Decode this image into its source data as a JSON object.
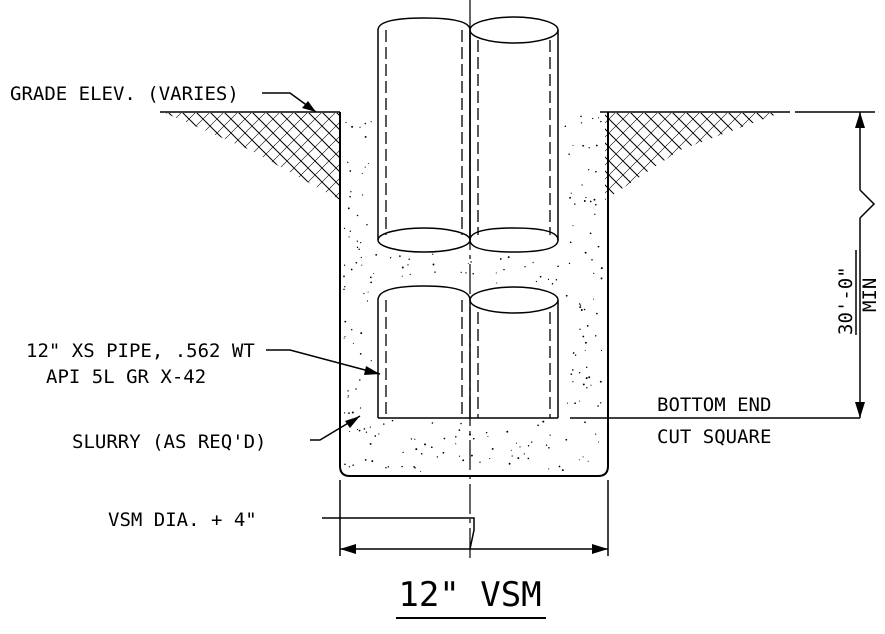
{
  "drawing": {
    "title": "12\" VSM",
    "labels": {
      "grade": "GRADE ELEV. (VARIES)",
      "pipe_line1": "12\" XS PIPE, .562 WT",
      "pipe_line2": "API 5L GR X-42",
      "slurry": "SLURRY (AS REQ'D)",
      "bottom_line1": "BOTTOM END",
      "bottom_line2": "CUT SQUARE",
      "dia": "VSM DIA. + 4\""
    },
    "depth_dimension": {
      "value": "30'-0\"",
      "note": "MIN"
    }
  }
}
